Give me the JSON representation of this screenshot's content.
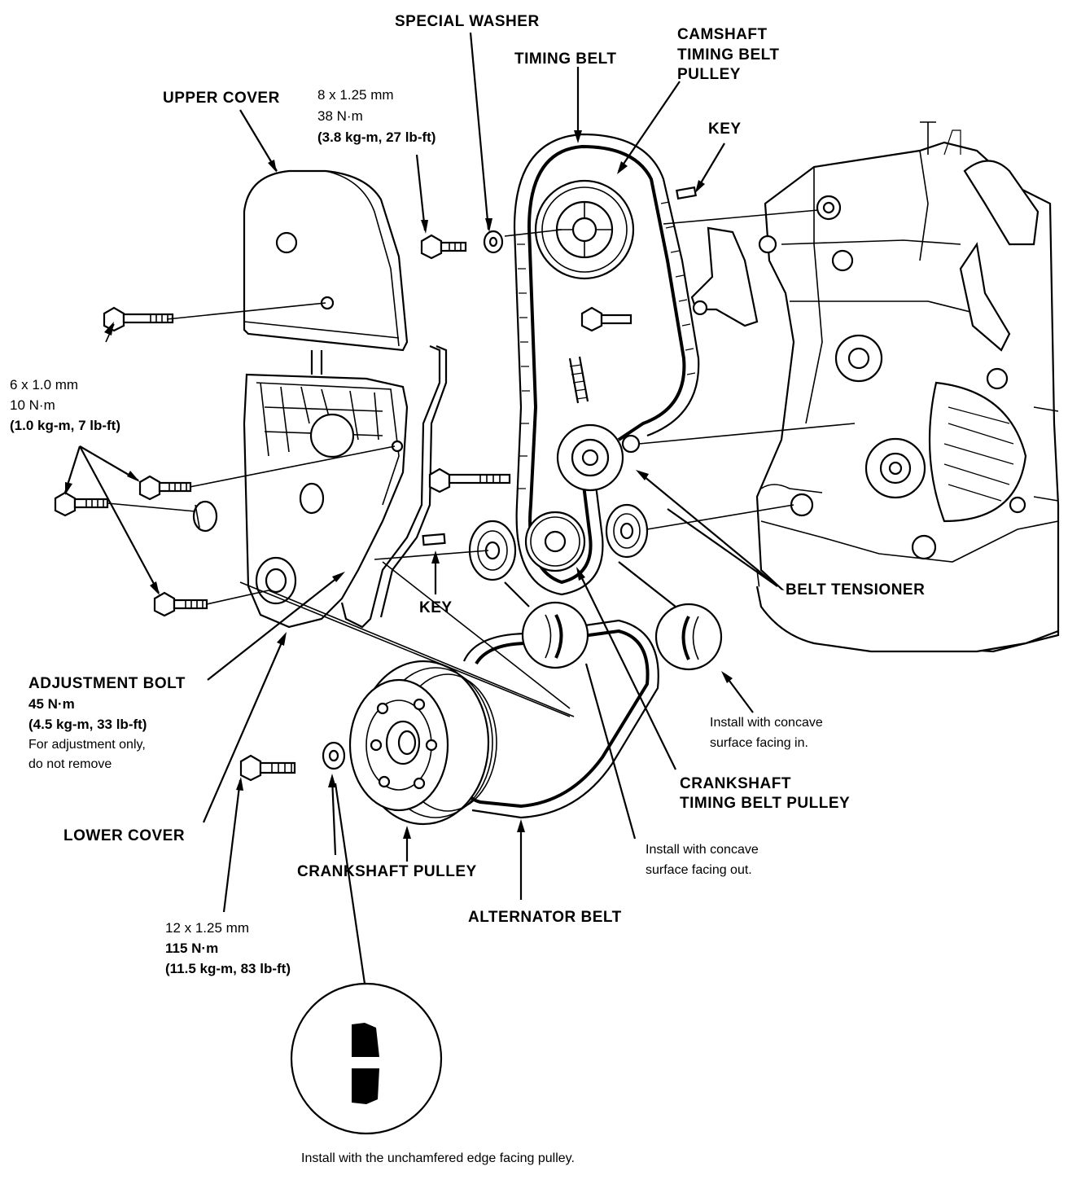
{
  "labels": {
    "special_washer": "SPECIAL WASHER",
    "camshaft_pulley": [
      "CAMSHAFT",
      "TIMING BELT",
      "PULLEY"
    ],
    "timing_belt": "TIMING BELT",
    "upper_cover": "UPPER COVER",
    "key_top": "KEY",
    "key_bottom": "KEY",
    "belt_tensioner": "BELT TENSIONER",
    "adjustment_bolt": "ADJUSTMENT BOLT",
    "lower_cover": "LOWER COVER",
    "crankshaft_timing_pulley": [
      "CRANKSHAFT",
      "TIMING BELT PULLEY"
    ],
    "crankshaft_pulley": "CRANKSHAFT PULLEY",
    "alternator_belt": "ALTERNATOR BELT"
  },
  "specs": {
    "cam_bolt": [
      "8 x 1.25 mm",
      "38 N·m",
      "(3.8 kg-m, 27 lb-ft)"
    ],
    "cover_bolts": [
      "6 x 1.0 mm",
      "10 N·m",
      "(1.0 kg-m, 7 lb-ft)"
    ],
    "adjustment_bolt": [
      "45 N·m",
      "(4.5 kg-m, 33 lb-ft)",
      "For adjustment only,",
      "do not remove"
    ],
    "crank_bolt": [
      "12 x 1.25 mm",
      "115 N·m",
      "(11.5 kg-m, 83 lb-ft)"
    ]
  },
  "notes": {
    "concave_in": [
      "Install with concave",
      "surface facing in."
    ],
    "concave_out": [
      "Install with concave",
      "surface facing out."
    ],
    "unchamfered": "Install with the unchamfered edge facing pulley."
  }
}
